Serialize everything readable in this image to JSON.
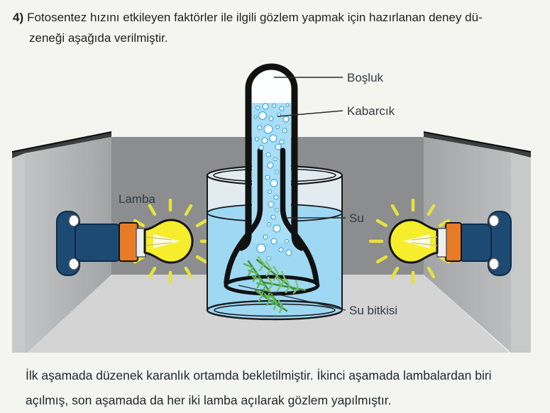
{
  "question": {
    "number": "4)",
    "line1": "Fotosentez hızını etkileyen faktörler ile ilgili gözlem yapmak için hazırlanan deney dü-",
    "line2": "zeneği aşağıda verilmiştir."
  },
  "diagram": {
    "labels": {
      "bosluk": "Boşluk",
      "kabarcik": "Kabarcık",
      "su": "Su",
      "su_bitkisi": "Su bitkisi",
      "lamba": "Lamba"
    },
    "colors": {
      "back_wall": "#8b8d8f",
      "side_wall": "#b3b5b7",
      "side_wall_edge": "#c8caca",
      "wall_top": "#3c3e3f",
      "floor": "#d3d4d3",
      "water": "#9ed8f3",
      "tube_water": "#a9def6",
      "glass_tint": "#e9f3f9",
      "bulb": "#f6ed2c",
      "rays": "#e6e23c",
      "socket": "#e87b26",
      "mount": "#1d4a73",
      "collar": "#efefed",
      "plant": "#5cb254",
      "bubble_stroke": "#45aee2",
      "label_text": "#333a42"
    }
  },
  "footer": {
    "line1": "İlk aşamada düzenek karanlık ortamda bekletilmiştir. İkinci aşamada lambalardan biri",
    "line2": "açılmış, son aşamada da her iki lamba açılarak gözlem yapılmıştır."
  }
}
